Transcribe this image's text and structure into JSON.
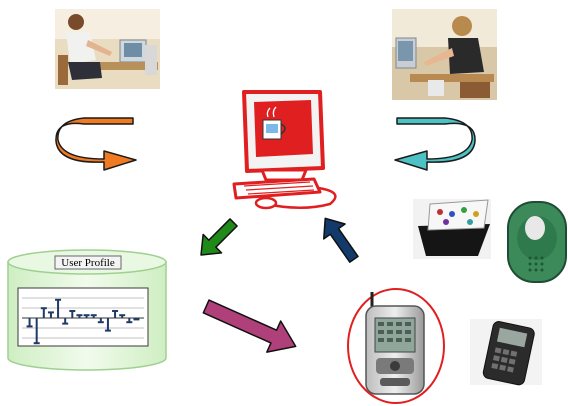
{
  "database": {
    "label": "User Profile"
  },
  "profile_chart": {
    "bars": [
      -0.3,
      -0.9,
      0.35,
      0.2,
      0.65,
      -0.2,
      0.25,
      0.1,
      0.1,
      0.1,
      -0.15,
      -0.45,
      0.25,
      0.1,
      -0.15,
      -0.05
    ]
  },
  "colors": {
    "orange": "#f07a22",
    "teal": "#4cc2c4",
    "green": "#1f8a1a",
    "navy": "#123a6a",
    "magenta": "#b0407a",
    "red": "#e02020",
    "db_fill": "#e6f7df",
    "db_edge": "#9fd08f"
  },
  "icons": [
    "woman-at-computer-photo-left",
    "woman-at-computer-photo-right",
    "computer-with-coffee-icon",
    "card-holder-photo",
    "pager-device-photo",
    "pda-phone-photo",
    "small-handheld-device-photo"
  ]
}
